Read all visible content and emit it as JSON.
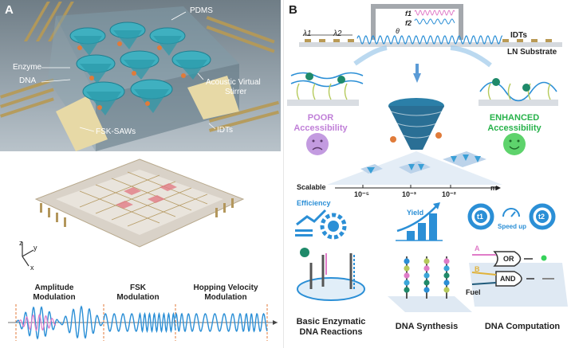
{
  "panel_a": {
    "letter": "A",
    "labels": {
      "pdms": "PDMS",
      "enzyme": "Enzyme",
      "dna": "DNA",
      "acoustic_line1": "Acoustic Virtual",
      "acoustic_line2": "Stirrer",
      "fsk_saws": "FSK-SAWs",
      "idts": "IDTs"
    },
    "axes": {
      "z": "z",
      "y": "y",
      "x": "x"
    },
    "modulations": [
      {
        "line1": "Amplitude",
        "line2": "Modulation"
      },
      {
        "line1": "FSK",
        "line2": "Modulation"
      },
      {
        "line1": "Hopping Velocity",
        "line2": "Modulation"
      }
    ]
  },
  "panel_b": {
    "letter": "B",
    "lambda1": "λ1",
    "lambda2": "λ2",
    "f1": "f1",
    "f2": "f2",
    "theta": "θ",
    "idts": "IDTs",
    "substrate": "LN  Substrate",
    "poor_line1": "POOR",
    "poor_line2": "Accessibility",
    "enhanced_line1": "ENHANCED",
    "enhanced_line2": "Accessibility",
    "scale_label": "Scalable",
    "scale_ticks": [
      "10⁻⁵",
      "10⁻³",
      "10⁻²"
    ],
    "scale_unit": "m",
    "efficiency": "Efficiency",
    "yield": "Yield",
    "t1": "t1",
    "t2": "t2",
    "speed_up": "Speed up",
    "gate_a": "A",
    "gate_b": "B",
    "fuel": "Fuel",
    "gate_or": "OR",
    "gate_and": "AND",
    "captions": [
      {
        "line1": "Basic Enzymatic",
        "line2": "DNA Reactions"
      },
      {
        "line1": "DNA Synthesis",
        "line2": ""
      },
      {
        "line1": "DNA Computation",
        "line2": ""
      }
    ]
  },
  "colors": {
    "blue": "#2b8fd6",
    "pink": "#e07cc8",
    "green": "#27b24a",
    "purple_face": "#c39be0",
    "green_face": "#5ed36c",
    "pdms": "#7d8c96"
  }
}
